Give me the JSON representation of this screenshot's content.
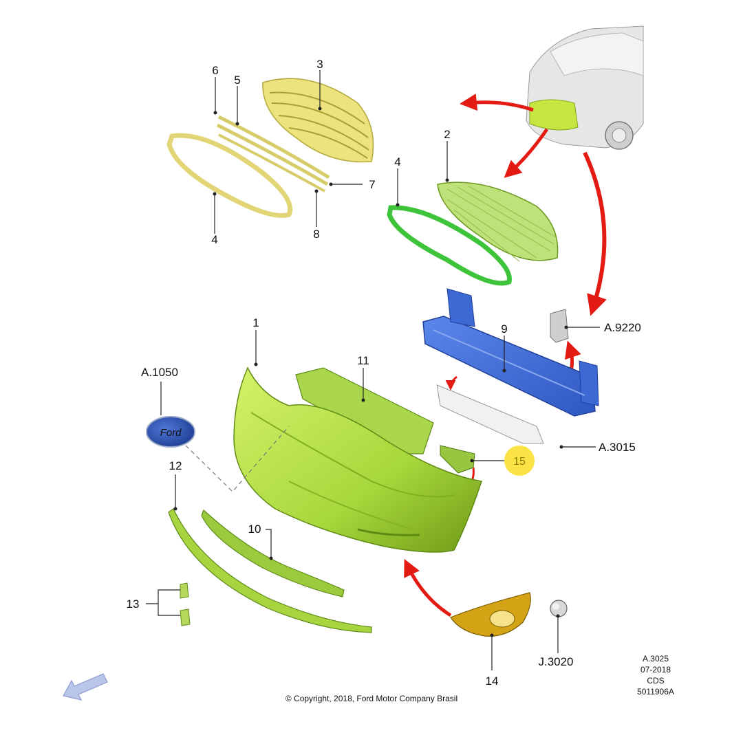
{
  "callouts": {
    "c1": "1",
    "c2": "2",
    "c3": "3",
    "c4a": "4",
    "c4b": "4",
    "c5": "5",
    "c6": "6",
    "c7": "7",
    "c8": "8",
    "c9": "9",
    "c10": "10",
    "c11": "11",
    "c12": "12",
    "c13": "13",
    "c14": "14",
    "c15": "15"
  },
  "references": {
    "a1050": "A.1050",
    "a9220": "A.9220",
    "a3015": "A.3015",
    "j3020": "J.3020"
  },
  "metadata_block": {
    "line1": "A.3025",
    "line2": "07-2018",
    "line3": "CDS",
    "line4": "5011906A"
  },
  "copyright": "© Copyright, 2018, Ford Motor Company Brasil",
  "emblem_text": "Ford",
  "colors": {
    "bumper": "#b6e04a",
    "bumper_dark": "#7fae1f",
    "grille_green": "#4fd14b",
    "grille_yellow": "#e8df7a",
    "reinforcement": "#3f6fd8",
    "arrow": "#e41b13",
    "highlight": "#fbe346",
    "emblem": "#2a4fb0",
    "nav_arrow": "#b9c6ea"
  },
  "icons": {
    "nav": "back-arrow-icon",
    "emblem": "ford-oval-emblem"
  }
}
